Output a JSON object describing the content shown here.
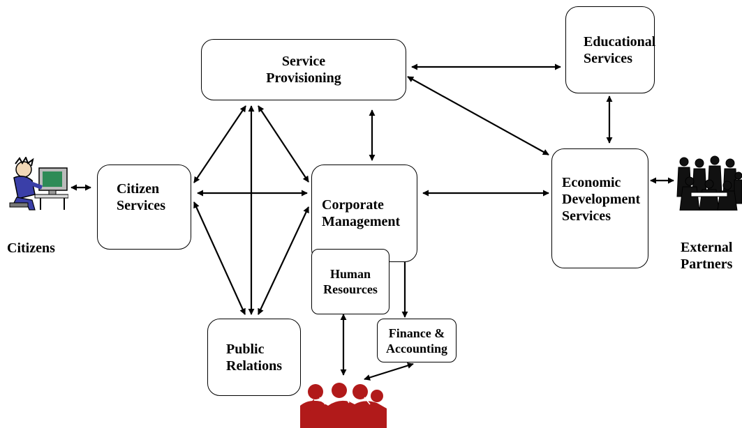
{
  "nodes": {
    "service_provisioning": [
      "Service",
      "Provisioning"
    ],
    "educational_services": [
      "Educational",
      "Services"
    ],
    "citizen_services": [
      "Citizen",
      "Services"
    ],
    "corporate_management": [
      "Corporate",
      "Management"
    ],
    "economic_development": [
      "Economic",
      "Development",
      "Services"
    ],
    "human_resources": [
      "Human",
      "Resources"
    ],
    "finance_accounting": [
      "Finance &",
      "Accounting"
    ],
    "public_relations": [
      "Public",
      "Relations"
    ]
  },
  "actors": {
    "citizens": "Citizens",
    "external_partners": [
      "External",
      "Partners"
    ]
  },
  "icons": {
    "citizen": "person-at-computer-icon",
    "partners": "business-meeting-icon",
    "staff": "staff-group-icon"
  },
  "colors": {
    "staff_group": "#b11a1a",
    "citizen_shirt": "#3a3fa8",
    "screen": "#2e8b57"
  }
}
